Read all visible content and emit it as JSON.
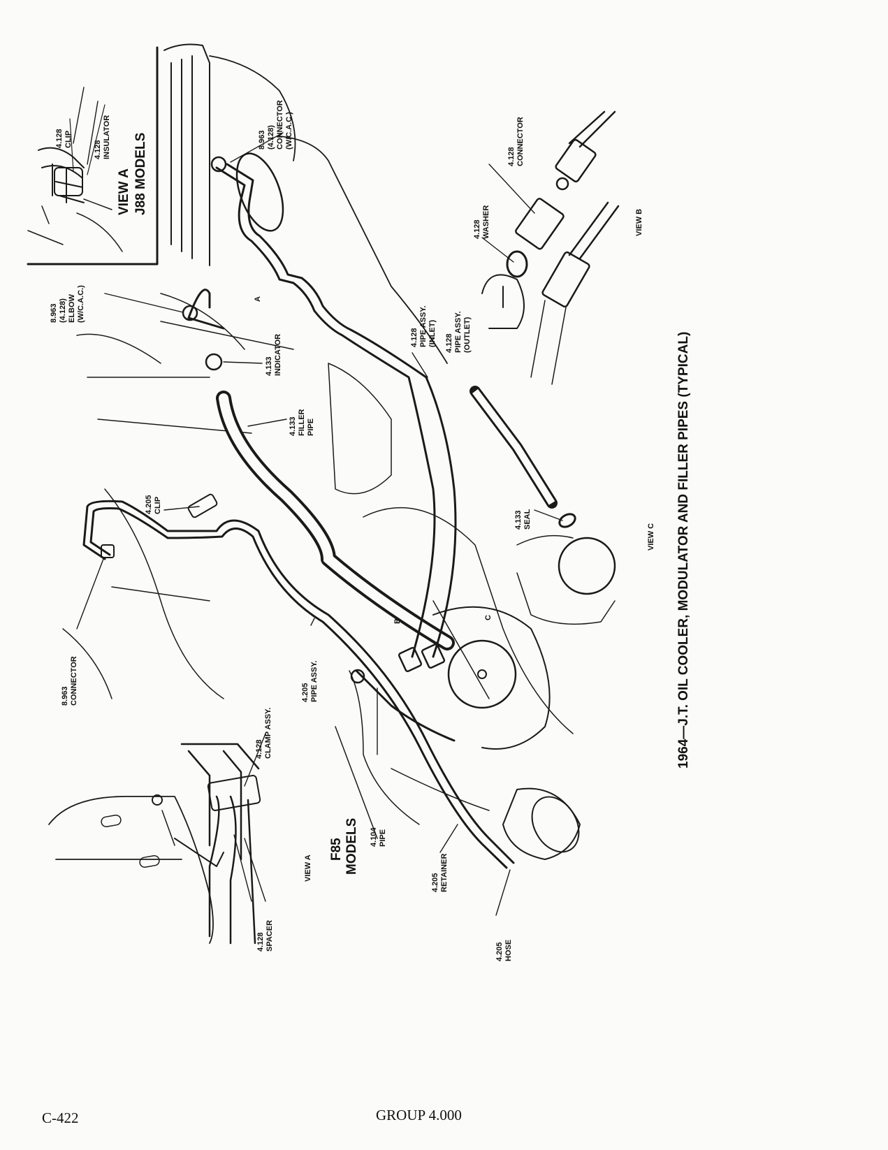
{
  "title": "1964—J.T. OIL COOLER, MODULATOR AND FILLER PIPES (TYPICAL)",
  "page_number": "C-422",
  "group": "GROUP 4.000",
  "views": {
    "j88_view": "VIEW A",
    "j88_models": "J88 MODELS",
    "f85_view": "VIEW A",
    "f85_models": "F85",
    "f85_models2": "MODELS",
    "view_b": "VIEW B",
    "view_c": "VIEW C"
  },
  "markers": {
    "a": "A",
    "b": "B",
    "c": "C"
  },
  "callouts": {
    "clip_top": [
      "4.128",
      "CLIP"
    ],
    "insulator": [
      "4.128",
      "INSULATOR"
    ],
    "connector_top": [
      "8.963",
      "(4.128)",
      "CONNECTOR",
      "(W/C.A.C.)"
    ],
    "connector_b": [
      "4.128",
      "CONNECTOR"
    ],
    "washer": [
      "4.128",
      "WASHER"
    ],
    "elbow": [
      "8.963",
      "(4.128)",
      "ELBOW",
      "(W/C.A.C.)"
    ],
    "indicator": [
      "4.133",
      "INDICATOR"
    ],
    "pipe_inlet": [
      "4.128",
      "PIPE ASSY.",
      "(INLET)"
    ],
    "pipe_outlet": [
      "4.128",
      "PIPE ASSY.",
      "(OUTLET)"
    ],
    "filler_pipe": [
      "4.133",
      "FILLER",
      "PIPE"
    ],
    "clip_205": [
      "4.205",
      "CLIP"
    ],
    "seal": [
      "4.133",
      "SEAL"
    ],
    "connector_963": [
      "8.963",
      "CONNECTOR"
    ],
    "pipe_205": [
      "4.205",
      "PIPE ASSY."
    ],
    "clamp": [
      "4.128",
      "CLAMP ASSY."
    ],
    "pipe_104": [
      "4.104",
      "PIPE"
    ],
    "retainer": [
      "4.205",
      "RETAINER"
    ],
    "hose": [
      "4.205",
      "HOSE"
    ],
    "spacer": [
      "4.128",
      "SPACER"
    ]
  }
}
